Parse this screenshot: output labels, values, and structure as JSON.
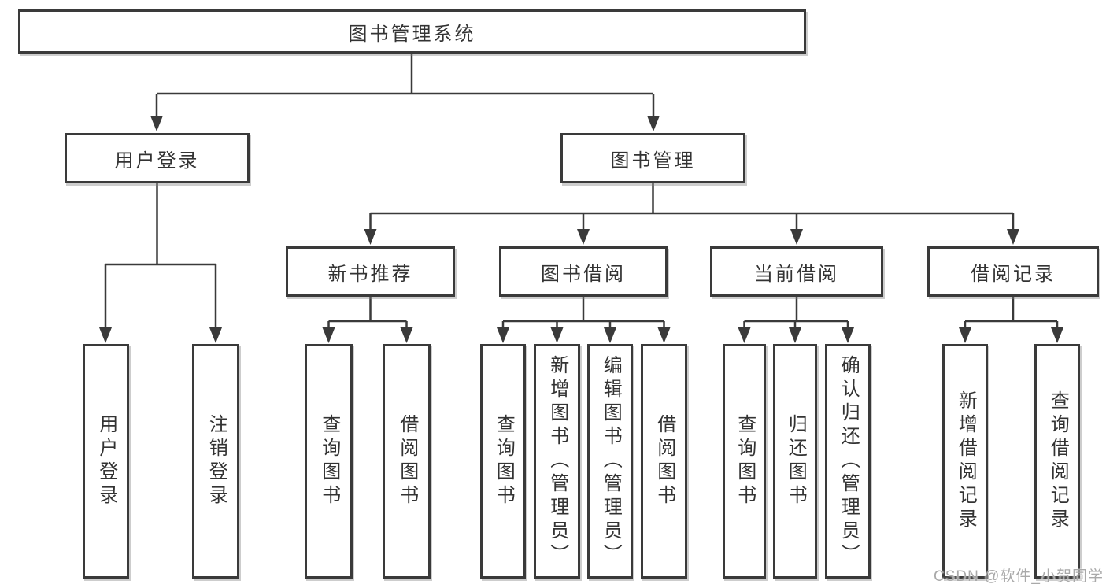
{
  "nodes": {
    "root": "图书管理系统",
    "level2": {
      "user_login": "用户登录",
      "book_management": "图书管理"
    },
    "level3": {
      "new_book_recommend": "新书推荐",
      "book_borrowing": "图书借阅",
      "current_borrowing": "当前借阅",
      "borrowing_records": "借阅记录"
    },
    "leaves": {
      "user_login": [
        "用户登录",
        "注销登录"
      ],
      "new_book_recommend": [
        "查询图书",
        "借阅图书"
      ],
      "book_borrowing": [
        "查询图书",
        "新增图书（管理员）",
        "编辑图书（管理员）",
        "借阅图书"
      ],
      "current_borrowing": [
        "查询图书",
        "归还图书",
        "确认归还（管理员）"
      ],
      "borrowing_records": [
        "新增借阅记录",
        "查询借阅记录"
      ]
    }
  },
  "watermark": "CSDN @软件_小贺同学",
  "colors": {
    "line": "#3a3a3a",
    "text": "#333333",
    "box_background": "#ffffff",
    "page_background": "#ffffff",
    "watermark": "#a9a9a9"
  }
}
